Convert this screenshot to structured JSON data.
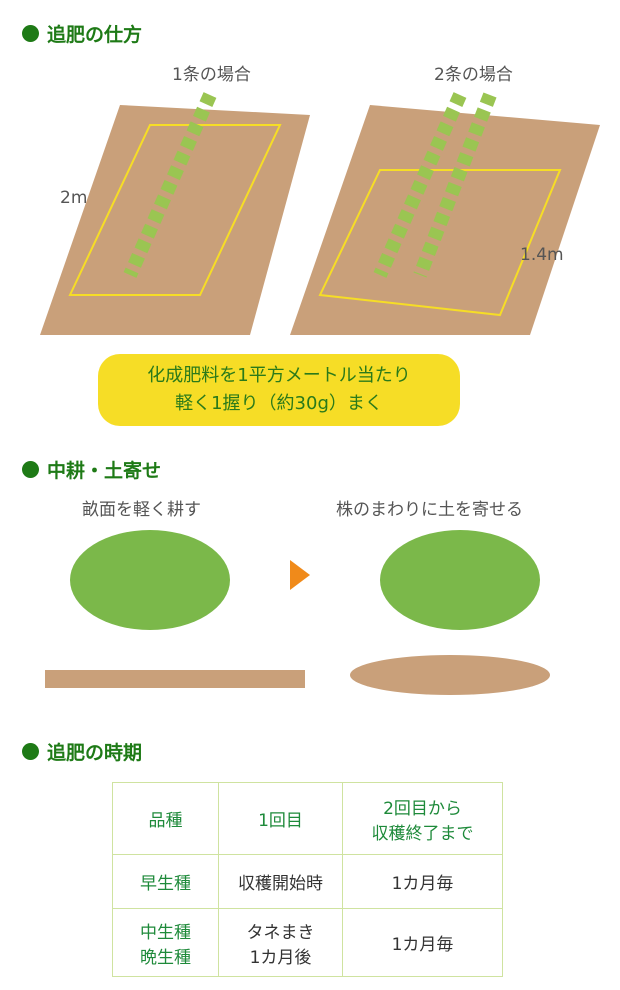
{
  "sections": {
    "method": {
      "title": "追肥の仕方"
    },
    "cultivate": {
      "title": "中耕・土寄せ"
    },
    "timing": {
      "title": "追肥の時期"
    }
  },
  "method": {
    "one_row_label": "1条の場合",
    "two_row_label": "2条の場合",
    "length_one": "2m",
    "length_two": "1.4m",
    "callout_line1": "化成肥料を1平方メートル当たり",
    "callout_line2": "軽く1握り（約30g）まく"
  },
  "cultivate": {
    "step1": "畝面を軽く耕す",
    "step2": "株のまわりに土を寄せる"
  },
  "table": {
    "headers": [
      "品種",
      "1回目",
      "2回目から",
      "収穫終了まで"
    ],
    "rows": [
      {
        "variety": "早生種",
        "first": "収穫開始時",
        "after": "1カ月毎"
      },
      {
        "variety1": "中生種",
        "variety2": "晩生種",
        "first1": "タネまき",
        "first2": "1カ月後",
        "after": "1カ月毎"
      }
    ]
  }
}
